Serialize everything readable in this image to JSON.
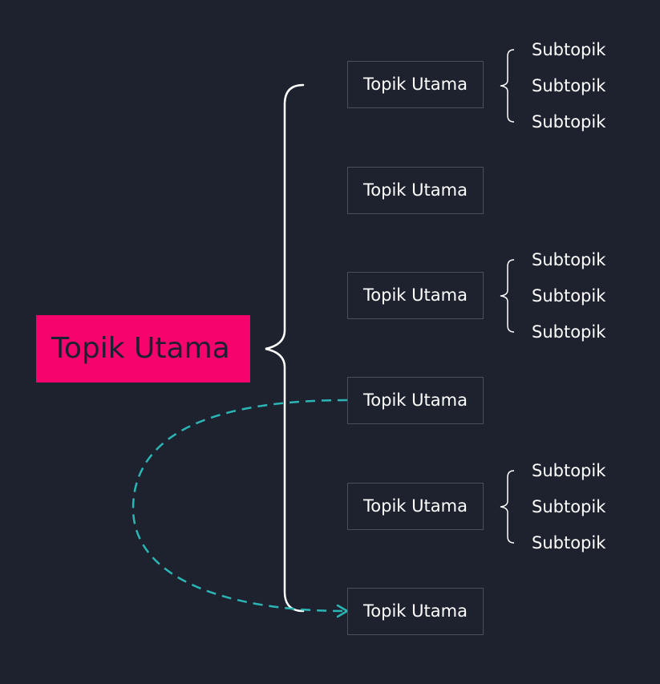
{
  "colors": {
    "background": "#1e222e",
    "root_fill": "#f5046e",
    "root_text": "#1c2030",
    "box_border": "#4a4f5a",
    "line": "#ffffff",
    "dashed_arrow": "#2bb5b5"
  },
  "root": {
    "label": "Topik Utama"
  },
  "topics": [
    {
      "label": "Topik Utama",
      "subtopics": [
        "Subtopik",
        "Subtopik",
        "Subtopik"
      ]
    },
    {
      "label": "Topik Utama",
      "subtopics": []
    },
    {
      "label": "Topik Utama",
      "subtopics": [
        "Subtopik",
        "Subtopik",
        "Subtopik"
      ]
    },
    {
      "label": "Topik Utama",
      "subtopics": []
    },
    {
      "label": "Topik Utama",
      "subtopics": [
        "Subtopik",
        "Subtopik",
        "Subtopik"
      ]
    },
    {
      "label": "Topik Utama",
      "subtopics": []
    }
  ],
  "connectors": [
    {
      "from": "topic-4",
      "to": "topic-6",
      "style": "dashed",
      "arrow": "end"
    }
  ]
}
